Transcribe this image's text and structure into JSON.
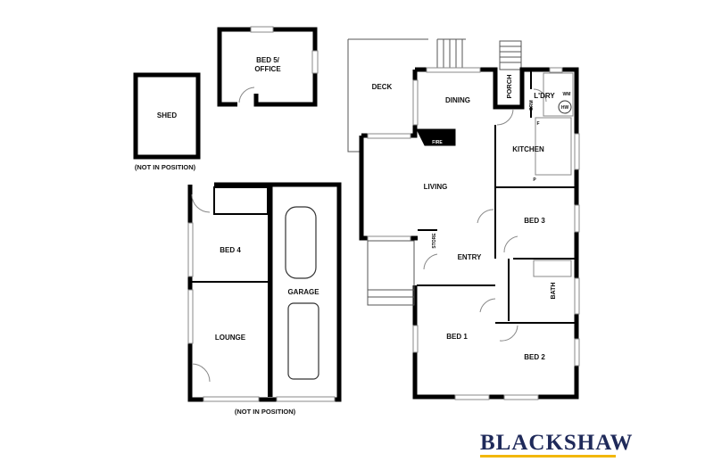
{
  "floorplan": {
    "outbuildings": {
      "shed": {
        "label": "SHED"
      },
      "bed5": {
        "label_line1": "BED 5/",
        "label_line2": "OFFICE"
      },
      "shed_note": "(NOT IN POSITION)",
      "granny_flat": {
        "bed4": "BED 4",
        "lounge": "LOUNGE",
        "garage": "GARAGE",
        "note": "(NOT IN POSITION)"
      }
    },
    "main_house": {
      "deck": "DECK",
      "dining": "DINING",
      "porch": "PORCH",
      "laundry": "L'DRY",
      "wm": "WM",
      "hw": "HW",
      "brm": "BRM",
      "fridge": "F",
      "pantry": "P",
      "kitchen": "KITCHEN",
      "fire": "FIRE",
      "living": "LIVING",
      "store": "STORE",
      "entry": "ENTRY",
      "bed3": "BED 3",
      "bath": "BATH",
      "bed1": "BED 1",
      "bed2": "BED 2"
    }
  },
  "brand": {
    "name": "BLACKSHAW",
    "text_color": "#1f2a5a",
    "underline_color": "#f2b705"
  }
}
